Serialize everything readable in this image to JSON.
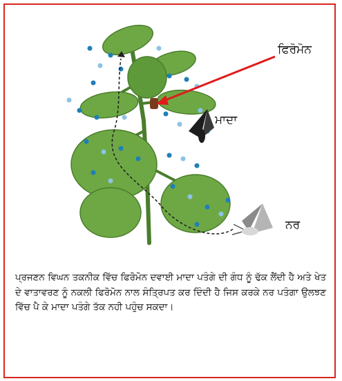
{
  "labels": {
    "pheromone": "ਫਿਰੋਮੋਨ",
    "female": "ਮਾਦਾ",
    "male": "ਨਰ"
  },
  "caption": "ਪ੍ਰਜਣਨ ਵਿਘਨ ਤਕਨੀਕ ਵਿੱਚ ਫਿਰੋਮੋਨ ਦਵਾਈ ਮਾਦਾ ਪਤੰਗੇ ਦੀ ਗੰਧ ਨੂੰ ਢੱਕ ਲੈਂਦੀ ਹੈ ਅਤੇ ਖੇਤ ਦੇ ਵਾਤਾਵਰਣ ਨੂੰ ਨਕਲੀ ਫਿਰੋਮੋਨ ਨਾਲ ਸੰਤ੍ਰਿਪਤ ਕਰ ਦਿੰਦੀ ਹੈ ਜਿਸ ਕਰਕੇ ਨਰ ਪਤੰਗਾ ਉਲਝਣ ਵਿੱਚ ਪੈ ਕੇ ਮਾਦਾ ਪਤੰਗੇ ਤੱਕ ਨਹੀ ਪਹੁੰਚ ਸਕਦਾ।",
  "colors": {
    "frame": "#d7261e",
    "arrow": "#e01b1b",
    "leaf": "#6ea845",
    "leaf_dark": "#4a7d2c",
    "dot_dark": "#1f7fb8",
    "dot_light": "#8cc3e6"
  },
  "icons": [
    "plant-illustration",
    "female-moth-icon",
    "male-moth-icon",
    "pheromone-dispenser-icon"
  ]
}
